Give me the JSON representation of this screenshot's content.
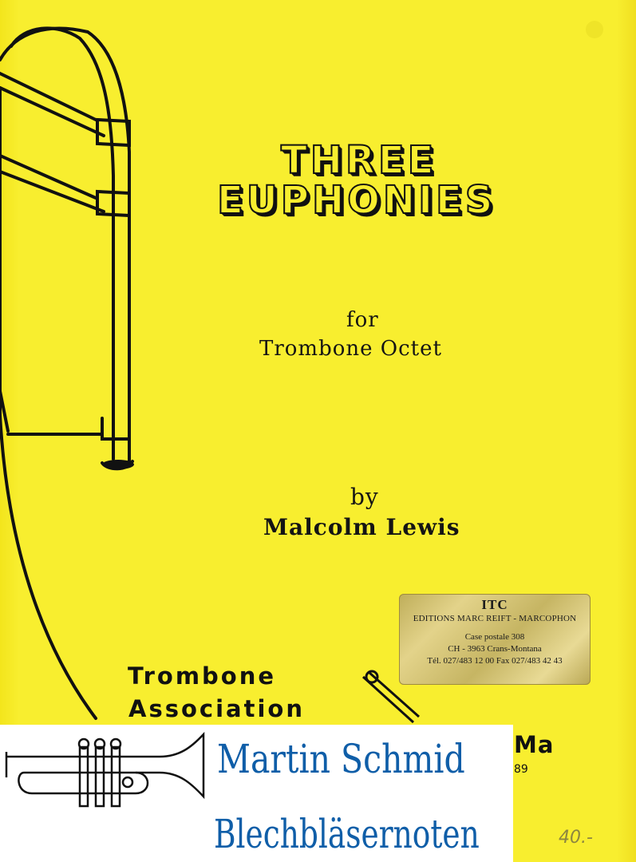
{
  "cover": {
    "title_line1": "Three",
    "title_line2": "Euphonies",
    "subtitle_for": "for",
    "subtitle_instrumentation": "Trombone Octet",
    "by_label": "by",
    "composer": "Malcolm Lewis",
    "publisher_line1": "Trombone",
    "publisher_line2": "Association",
    "publisher_partial": "Ma",
    "catalog_partial": "89",
    "pencil_price": "40.-"
  },
  "sticker": {
    "title": "ITC",
    "publisher": "EDITIONS MARC REIFT - MARCOPHON",
    "line1": "Case postale 308",
    "line2": "CH - 3963 Crans-Montana",
    "line3": "Tél. 027/483 12 00    Fax 027/483 42 43"
  },
  "banner": {
    "name": "Martin Schmid",
    "tagline": "Blechbläsernoten"
  },
  "colors": {
    "cover_yellow": "#f7ee2c",
    "banner_blue": "#0f5ea8",
    "ink": "#111111"
  }
}
